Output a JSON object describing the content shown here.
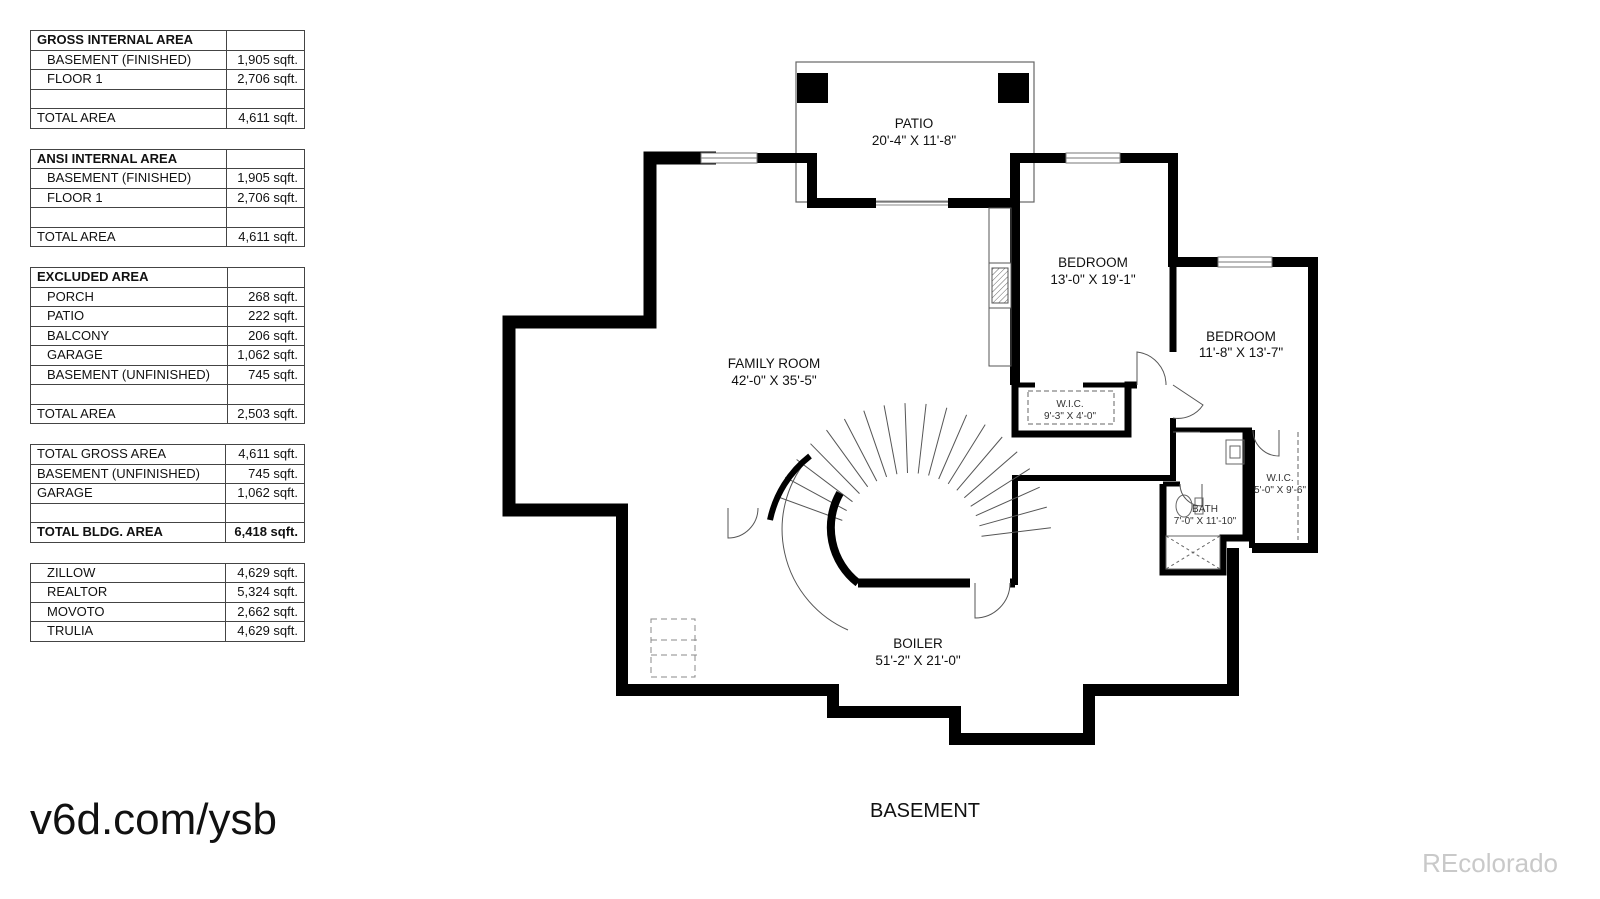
{
  "tables": [
    {
      "rows": [
        {
          "label": "GROSS INTERNAL AREA",
          "value": "",
          "style": "header"
        },
        {
          "label": "BASEMENT (FINISHED)",
          "value": "1,905 sqft.",
          "style": "indent"
        },
        {
          "label": "FLOOR 1",
          "value": "2,706 sqft.",
          "style": "indent"
        },
        {
          "label": "",
          "value": "",
          "style": "blank"
        },
        {
          "label": "TOTAL AREA",
          "value": "4,611 sqft.",
          "style": "total"
        }
      ]
    },
    {
      "rows": [
        {
          "label": "ANSI INTERNAL AREA",
          "value": "",
          "style": "header"
        },
        {
          "label": "BASEMENT (FINISHED)",
          "value": "1,905 sqft.",
          "style": "indent"
        },
        {
          "label": "FLOOR 1",
          "value": "2,706 sqft.",
          "style": "indent"
        },
        {
          "label": "",
          "value": "",
          "style": "blank"
        },
        {
          "label": "TOTAL AREA",
          "value": "4,611 sqft.",
          "style": "total"
        }
      ]
    },
    {
      "rows": [
        {
          "label": "EXCLUDED AREA",
          "value": "",
          "style": "header"
        },
        {
          "label": "PORCH",
          "value": "268 sqft.",
          "style": "indent"
        },
        {
          "label": "PATIO",
          "value": "222 sqft.",
          "style": "indent"
        },
        {
          "label": "BALCONY",
          "value": "206 sqft.",
          "style": "indent"
        },
        {
          "label": "GARAGE",
          "value": "1,062 sqft.",
          "style": "indent"
        },
        {
          "label": "BASEMENT (UNFINISHED)",
          "value": "745 sqft.",
          "style": "indent"
        },
        {
          "label": "",
          "value": "",
          "style": "blank"
        },
        {
          "label": "TOTAL AREA",
          "value": "2,503 sqft.",
          "style": "total"
        }
      ]
    },
    {
      "rows": [
        {
          "label": "TOTAL GROSS AREA",
          "value": "4,611 sqft.",
          "style": "plain"
        },
        {
          "label": "BASEMENT (UNFINISHED)",
          "value": "745 sqft.",
          "style": "plain"
        },
        {
          "label": "GARAGE",
          "value": "1,062 sqft.",
          "style": "plain"
        },
        {
          "label": "",
          "value": "",
          "style": "blank"
        },
        {
          "label": "TOTAL BLDG. AREA",
          "value": "6,418 sqft.",
          "style": "bold"
        }
      ]
    },
    {
      "rows": [
        {
          "label": "ZILLOW",
          "value": "4,629 sqft.",
          "style": "indent"
        },
        {
          "label": "REALTOR",
          "value": "5,324 sqft.",
          "style": "indent"
        },
        {
          "label": "MOVOTO",
          "value": "2,662 sqft.",
          "style": "indent"
        },
        {
          "label": "TRULIA",
          "value": "4,629 sqft.",
          "style": "indent"
        }
      ]
    }
  ],
  "rooms": {
    "patio": {
      "name": "PATIO",
      "dims": "20'-4\" X 11'-8\""
    },
    "bedroom_1": {
      "name": "BEDROOM",
      "dims": "13'-0\" X 19'-1\""
    },
    "bedroom_2": {
      "name": "BEDROOM",
      "dims": "11'-8\" X 13'-7\""
    },
    "family_room": {
      "name": "FAMILY ROOM",
      "dims": "42'-0\" X 35'-5\""
    },
    "wic_1": {
      "name": "W.I.C.",
      "dims": "9'-3\" X 4'-0\""
    },
    "wic_2": {
      "name": "W.I.C.",
      "dims": "5'-0\" X 9'-6\""
    },
    "bath": {
      "name": "BATH",
      "dims": "7'-0\" X 11'-10\""
    },
    "boiler": {
      "name": "BOILER",
      "dims": "51'-2\" X 21'-0\""
    }
  },
  "floor_label": "BASEMENT",
  "site_url": "v6d.com/ysb",
  "watermark": "REcolorado",
  "colors": {
    "wall": "#000000",
    "thin_line": "#555555",
    "watermark": "#c9c9c9"
  }
}
